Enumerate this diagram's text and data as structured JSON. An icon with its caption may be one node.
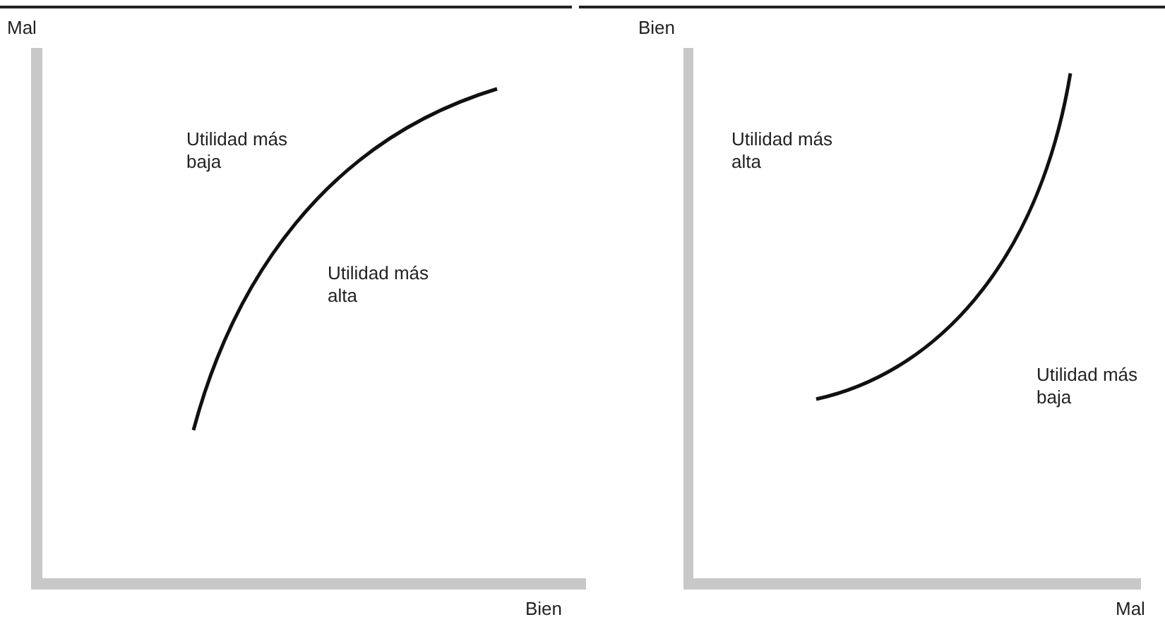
{
  "diagram": {
    "labels": [
      "Mal",
      "Utilidad más baja",
      "Utilidad más alta",
      "Bien",
      "Bien",
      "Utilidad más alta",
      "Utilidad más baja",
      "Mal"
    ]
  }
}
